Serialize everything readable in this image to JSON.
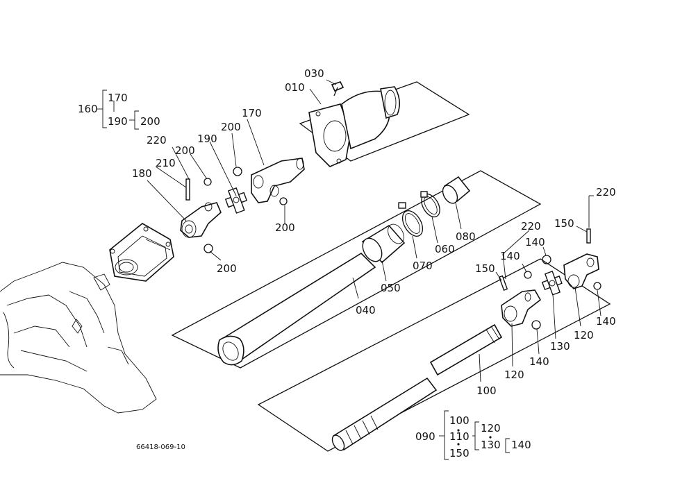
{
  "labels": {
    "l030": "030",
    "l010": "010",
    "l160": "160",
    "l170a": "170",
    "l190a": "190",
    "l200a": "200",
    "l220a": "220",
    "l200b": "200",
    "l210": "210",
    "l190b": "190",
    "l200c": "200",
    "l170b": "170",
    "l180": "180",
    "l200d": "200",
    "l200e": "200",
    "l080": "080",
    "l060": "060",
    "l070": "070",
    "l050": "050",
    "l040": "040",
    "l220b": "220",
    "l220c": "220",
    "l150a": "150",
    "l140a": "140",
    "l140b": "140",
    "l150b": "150",
    "l120a": "120",
    "l140c": "140",
    "l130": "130",
    "l140d": "140",
    "l120b": "120",
    "l100": "100",
    "l090": "090",
    "l100b": "100",
    "l110": "110",
    "l150c": "150",
    "l120c": "120",
    "l130b": "130",
    "l140e": "140",
    "code": "66418-069-10"
  }
}
